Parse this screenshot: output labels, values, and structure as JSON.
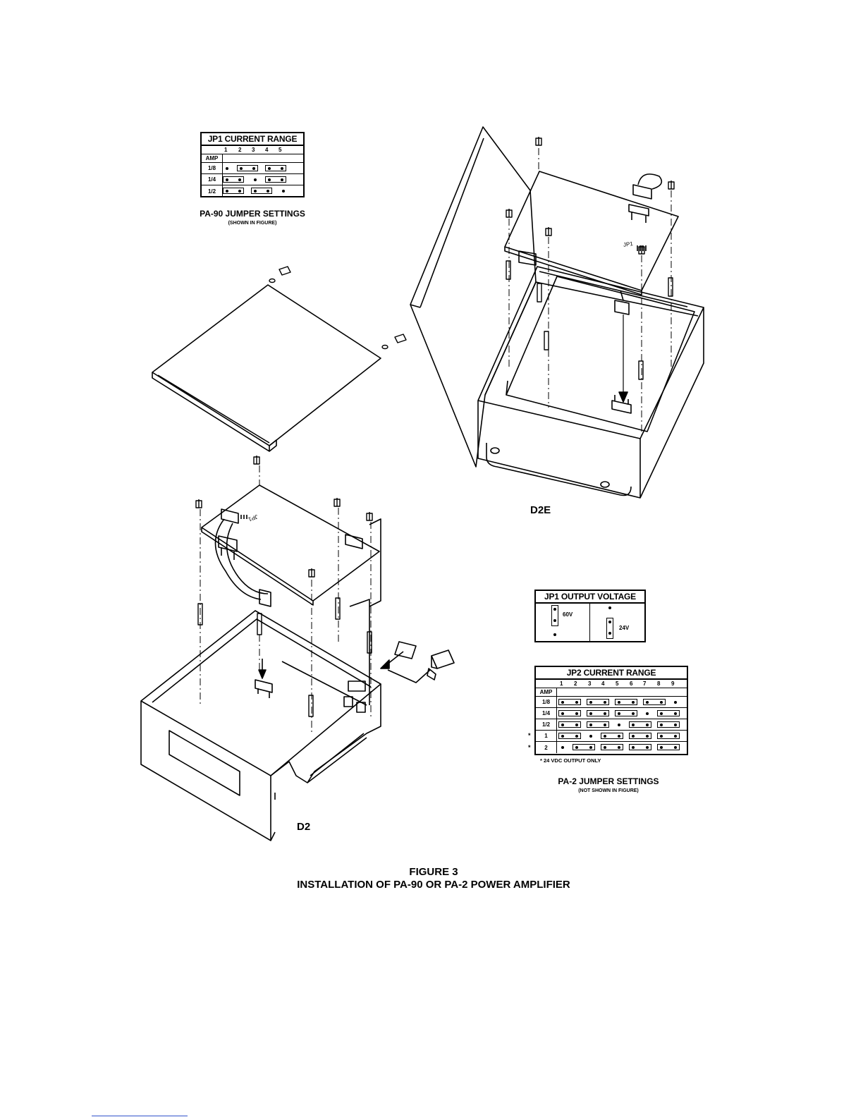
{
  "pa90_table": {
    "title": "JP1 CURRENT RANGE",
    "col_header": [
      "1",
      "2",
      "3",
      "4",
      "5"
    ],
    "amp_label": "AMP",
    "rows": [
      "1/8",
      "1/4",
      "1/2"
    ]
  },
  "pa90_caption": {
    "title": "PA-90 JUMPER SETTINGS",
    "sub": "(SHOWN IN FIGURE)"
  },
  "labels": {
    "d2e": "D2E",
    "d2": "D2",
    "jp1_top": "JP1",
    "jp1_bottom": "JP1"
  },
  "jp1_output": {
    "title": "JP1 OUTPUT VOLTAGE",
    "left": "60V",
    "right": "24V"
  },
  "jp2_table": {
    "title": "JP2 CURRENT RANGE",
    "col_header": [
      "1",
      "2",
      "3",
      "4",
      "5",
      "6",
      "7",
      "8",
      "9"
    ],
    "amp_label": "AMP",
    "rows": [
      "1/8",
      "1/4",
      "1/2",
      "1",
      "2"
    ],
    "note": "* 24 VDC OUTPUT ONLY",
    "star": "*"
  },
  "pa2_caption": {
    "title": "PA-2 JUMPER SETTINGS",
    "sub": "(NOT SHOWN IN FIGURE)"
  },
  "figure": {
    "number": "FIGURE 3",
    "title": "INSTALLATION OF PA-90 OR PA-2 POWER AMPLIFIER"
  }
}
